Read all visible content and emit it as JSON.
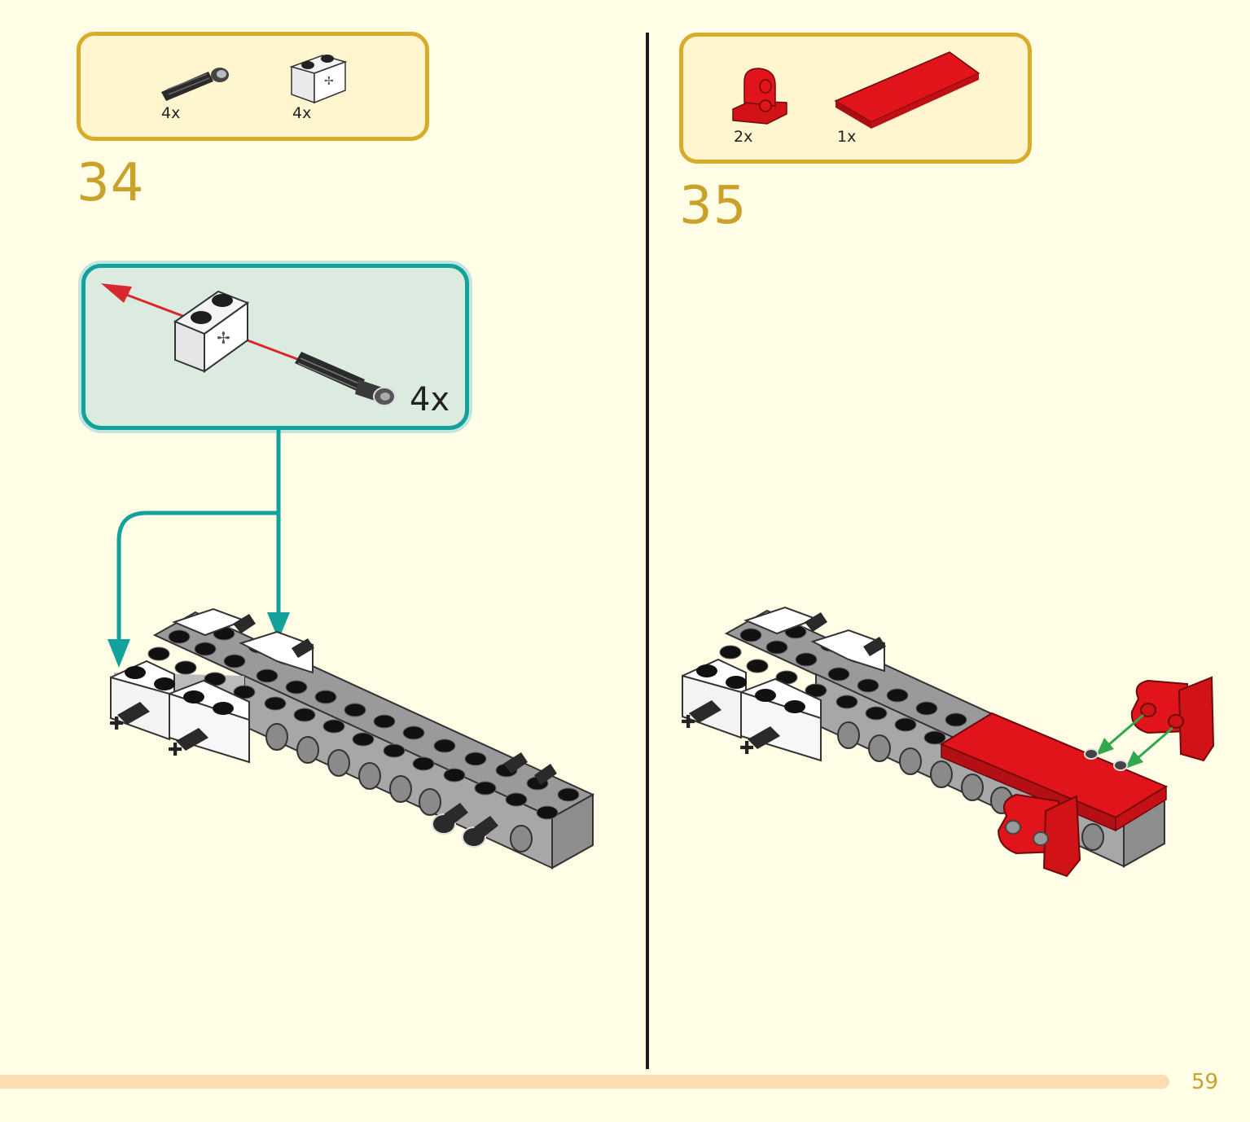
{
  "page": {
    "number": "59"
  },
  "step34": {
    "number": "34",
    "parts": [
      {
        "icon": "axle-pin-icon",
        "qty": "4x"
      },
      {
        "icon": "brick-with-axle-hole-icon",
        "qty": "4x"
      }
    ],
    "callout_qty": "4x"
  },
  "step35": {
    "number": "35",
    "parts": [
      {
        "icon": "red-angle-beam-icon",
        "qty": "2x"
      },
      {
        "icon": "red-tile-plate-icon",
        "qty": "1x"
      }
    ]
  },
  "colors": {
    "accent_gold": "#c9a22a",
    "callout_teal": "#12a19b",
    "arrow_red": "#d8282f",
    "arrow_green": "#2fa84f",
    "part_red": "#e0141a"
  }
}
